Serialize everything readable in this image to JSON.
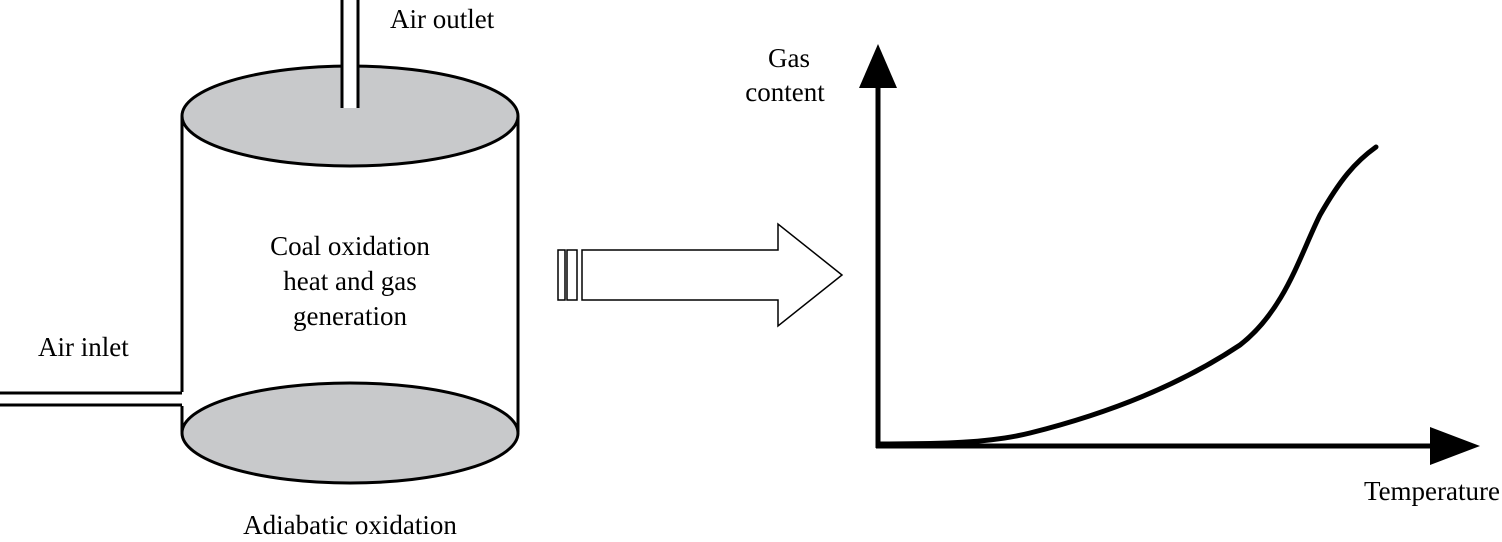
{
  "reactor": {
    "air_outlet_label": "Air outlet",
    "air_inlet_label": "Air inlet",
    "process_lines": [
      "Coal oxidation",
      "heat and gas",
      "generation"
    ],
    "caption": "Adiabatic oxidation"
  },
  "graph": {
    "y_axis_label_lines": [
      "Gas",
      "content"
    ],
    "x_axis_label": "Temperature"
  },
  "colors": {
    "stroke": "#000000",
    "cylinder_cap_fill": "#c8c9cb",
    "background": "#ffffff"
  }
}
